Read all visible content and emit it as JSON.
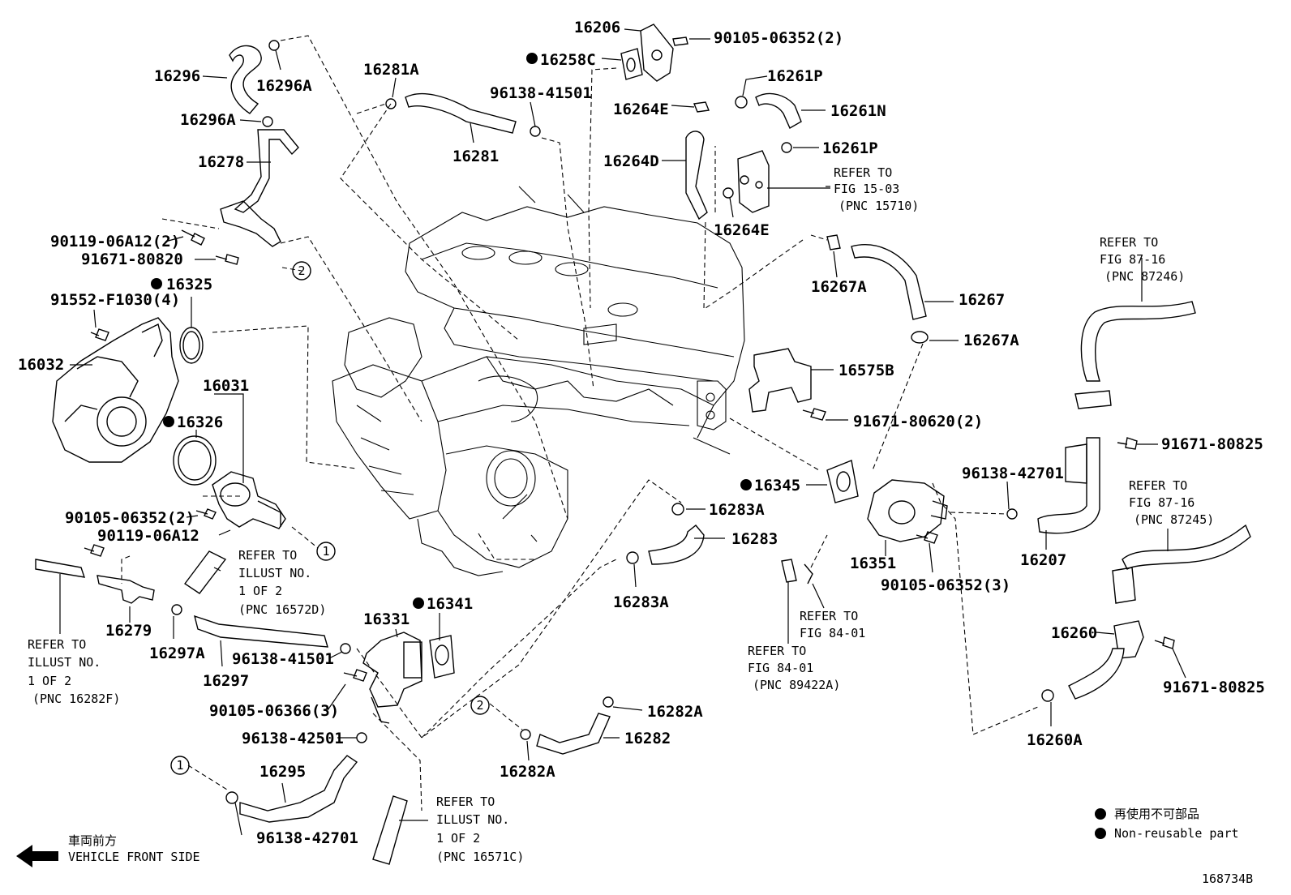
{
  "diagram_id": "168734B",
  "legend": {
    "jp": "再使用不可部品",
    "en": "Non-reusable part"
  },
  "front": {
    "jp": "車両前方",
    "en": "VEHICLE FRONT SIDE"
  },
  "circles": [
    "1",
    "2"
  ],
  "labels": [
    {
      "id": "l16206",
      "text": "16206"
    },
    {
      "id": "l90105a",
      "text": "90105-06352(2)"
    },
    {
      "id": "l16258c",
      "text": "16258C"
    },
    {
      "id": "l16281a",
      "text": "16281A"
    },
    {
      "id": "l16296",
      "text": "16296"
    },
    {
      "id": "l16296a1",
      "text": "16296A"
    },
    {
      "id": "l16296a2",
      "text": "16296A"
    },
    {
      "id": "l96138a",
      "text": "96138-41501"
    },
    {
      "id": "l16281",
      "text": "16281"
    },
    {
      "id": "l16261p1",
      "text": "16261P"
    },
    {
      "id": "l16264e1",
      "text": "16264E"
    },
    {
      "id": "l16261n",
      "text": "16261N"
    },
    {
      "id": "l16261p2",
      "text": "16261P"
    },
    {
      "id": "l16278",
      "text": "16278"
    },
    {
      "id": "l16264d",
      "text": "16264D"
    },
    {
      "id": "l16264e2",
      "text": "16264E"
    },
    {
      "id": "l90119a",
      "text": "90119-06A12(2)"
    },
    {
      "id": "l91671a",
      "text": "91671-80820"
    },
    {
      "id": "l16325",
      "text": "16325"
    },
    {
      "id": "l91552",
      "text": "91552-F1030(4)"
    },
    {
      "id": "l16032",
      "text": "16032"
    },
    {
      "id": "l16031",
      "text": "16031"
    },
    {
      "id": "l16326",
      "text": "16326"
    },
    {
      "id": "l16267a1",
      "text": "16267A"
    },
    {
      "id": "l16267",
      "text": "16267"
    },
    {
      "id": "l16267a2",
      "text": "16267A"
    },
    {
      "id": "l16575b",
      "text": "16575B"
    },
    {
      "id": "l91671b",
      "text": "91671-80620(2)"
    },
    {
      "id": "l91671c",
      "text": "91671-80825"
    },
    {
      "id": "l96138b",
      "text": "96138-42701"
    },
    {
      "id": "l16345",
      "text": "16345"
    },
    {
      "id": "l16283a1",
      "text": "16283A"
    },
    {
      "id": "l16283",
      "text": "16283"
    },
    {
      "id": "l16283a2",
      "text": "16283A"
    },
    {
      "id": "l16351",
      "text": "16351"
    },
    {
      "id": "l90105b",
      "text": "90105-06352(3)"
    },
    {
      "id": "l16207",
      "text": "16207"
    },
    {
      "id": "l90105c",
      "text": "90105-06352(2)"
    },
    {
      "id": "l90119b",
      "text": "90119-06A12"
    },
    {
      "id": "l16341",
      "text": "16341"
    },
    {
      "id": "l16331",
      "text": "16331"
    },
    {
      "id": "l16279",
      "text": "16279"
    },
    {
      "id": "l16297a",
      "text": "16297A"
    },
    {
      "id": "l96138c",
      "text": "96138-41501"
    },
    {
      "id": "l16297",
      "text": "16297"
    },
    {
      "id": "l90105d",
      "text": "90105-06366(3)"
    },
    {
      "id": "l96138d",
      "text": "96138-42501"
    },
    {
      "id": "l16295",
      "text": "16295"
    },
    {
      "id": "l96138e",
      "text": "96138-42701"
    },
    {
      "id": "l16282a1",
      "text": "16282A"
    },
    {
      "id": "l16282",
      "text": "16282"
    },
    {
      "id": "l16282a2",
      "text": "16282A"
    },
    {
      "id": "l16260",
      "text": "16260"
    },
    {
      "id": "l91671d",
      "text": "91671-80825"
    },
    {
      "id": "l16260a",
      "text": "16260A"
    }
  ],
  "refs": [
    {
      "id": "r1",
      "lines": [
        "REFER TO",
        "FIG 15-03",
        "(PNC 15710)"
      ]
    },
    {
      "id": "r2",
      "lines": [
        "REFER TO",
        "FIG 87-16",
        "(PNC 87246)"
      ]
    },
    {
      "id": "r3",
      "lines": [
        "REFER TO",
        "FIG 87-16",
        "(PNC 87245)"
      ]
    },
    {
      "id": "r4",
      "lines": [
        "REFER TO",
        "ILLUST NO.",
        "1 OF 2",
        "(PNC 16572D)"
      ]
    },
    {
      "id": "r5",
      "lines": [
        "REFER TO",
        "ILLUST NO.",
        "1 OF 2",
        "(PNC 16282F)"
      ]
    },
    {
      "id": "r6",
      "lines": [
        "REFER TO",
        "FIG 84-01"
      ]
    },
    {
      "id": "r7",
      "lines": [
        "REFER TO",
        "FIG 84-01",
        "(PNC 89422A)"
      ]
    },
    {
      "id": "r8",
      "lines": [
        "REFER TO",
        "ILLUST NO.",
        "1 OF 2",
        "(PNC 16571C)"
      ]
    }
  ]
}
